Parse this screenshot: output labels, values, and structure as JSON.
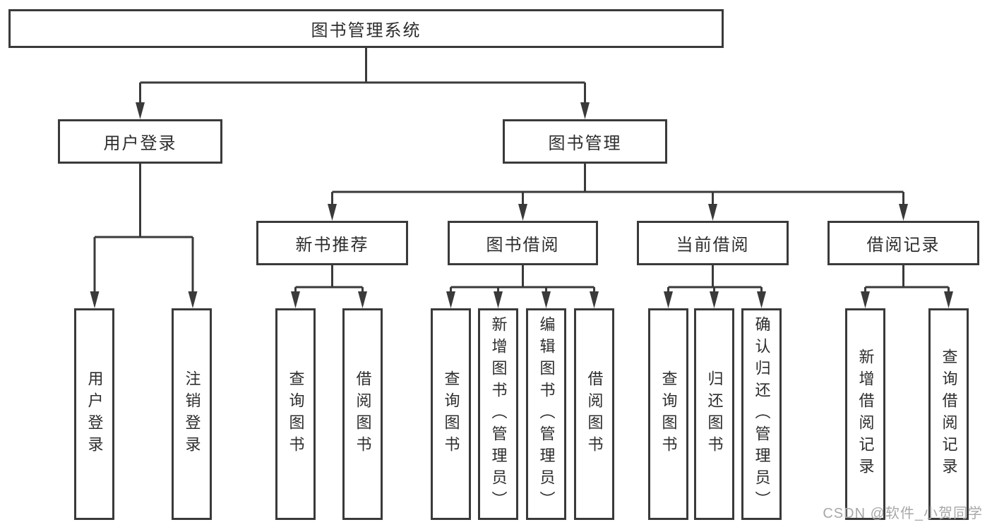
{
  "diagram": {
    "root": {
      "label": "图书管理系统"
    },
    "children": [
      {
        "label": "用户登录",
        "children": [
          {
            "label": "用户登录"
          },
          {
            "label": "注销登录"
          }
        ]
      },
      {
        "label": "图书管理",
        "children": [
          {
            "label": "新书推荐",
            "children": [
              {
                "label": "查询图书"
              },
              {
                "label": "借阅图书"
              }
            ]
          },
          {
            "label": "图书借阅",
            "children": [
              {
                "label": "查询图书"
              },
              {
                "label": "新增图书（管理员）"
              },
              {
                "label": "编辑图书（管理员）"
              },
              {
                "label": "借阅图书"
              }
            ]
          },
          {
            "label": "当前借阅",
            "children": [
              {
                "label": "查询图书"
              },
              {
                "label": "归还图书"
              },
              {
                "label": "确认归还（管理员）"
              }
            ]
          },
          {
            "label": "借阅记录",
            "children": [
              {
                "label": "新增借阅记录"
              },
              {
                "label": "查询借阅记录"
              }
            ]
          }
        ]
      }
    ]
  },
  "watermark": {
    "text": "CSDN @软件_小贺同学"
  },
  "colors": {
    "line": "#3a3a3a",
    "text": "#2d2d2d",
    "watermark": "#a8a8a8",
    "background": "#ffffff"
  }
}
